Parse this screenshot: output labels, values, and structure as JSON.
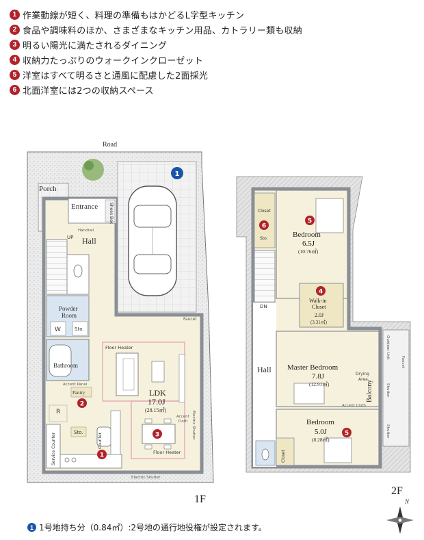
{
  "features": [
    {
      "num": "1",
      "text": "作業動線が短く、料理の準備もはかどるL字型キッチン"
    },
    {
      "num": "2",
      "text": "食品や調味料のほか、さまざまなキッチン用品、カトラリー類も収納"
    },
    {
      "num": "3",
      "text": "明るい陽光に満たされるダイニング"
    },
    {
      "num": "4",
      "text": "収納力たっぷりのウォークインクローゼット"
    },
    {
      "num": "5",
      "text": "洋室はすべて明るさと通風に配慮した2面採光"
    },
    {
      "num": "6",
      "text": "北面洋室には2つの収納スペース"
    }
  ],
  "floor1": {
    "label": "1F",
    "road": "Road",
    "porch": "Porch",
    "entrance": "Entrance",
    "shoes_box": "Shoes Box",
    "handrail": "Handrail",
    "up": "UP",
    "hall": "Hall",
    "powder_room": "Powder\nRoom",
    "w": "W",
    "sto": "Sto.",
    "bathroom": "Bathroom",
    "accent_panel": "Accent Panel",
    "pantry": "Pantry",
    "r": "R",
    "sto2": "Sto.",
    "service_counter": "Service Counter",
    "counter": "Counter",
    "floor_heater_top": "Floor Heater",
    "floor_heater_bottom": "Floor Heater",
    "ldk_name": "LDK",
    "ldk_size": "17.0J",
    "ldk_area": "(28.15㎡)",
    "accent_cloth": "Accent\nCloth",
    "electric_shutter_side": "Electric Shutter",
    "electric_shutter_bottom": "Electric Shutter",
    "faucet": "Faucet",
    "pin_1": "1",
    "pin_2": "2",
    "pin_3": "3",
    "lot_marker": "1"
  },
  "floor2": {
    "label": "2F",
    "north": "N",
    "closet": "Closet",
    "sto": "Sto.",
    "bedroom_n_name": "Bedroom",
    "bedroom_n_size": "6.5J",
    "bedroom_n_area": "(10.76㎡)",
    "walkin_name": "Walk-in\nCloset",
    "walkin_size": "2.0J",
    "walkin_area": "(3.31㎡)",
    "dn": "DN",
    "hall": "Hall",
    "master_name": "Master Bedroom",
    "master_size": "7.8J",
    "master_area": "(12.91㎡)",
    "drying_area": "Drying\nArea",
    "accent_cloth": "Accent Cloth",
    "outdoor_unit": "Outdoor Unit",
    "faucet": "Faucet",
    "balcony": "Balcony",
    "shutter_1": "Shutter",
    "shutter_2": "Shutter",
    "bedroom_s_name": "Bedroom",
    "bedroom_s_size": "5.0J",
    "bedroom_s_area": "(8.28㎡)",
    "closet2": "Closet",
    "pin_4": "4",
    "pin_5a": "5",
    "pin_5b": "5",
    "pin_6": "6"
  },
  "note": {
    "num": "1",
    "text": "1号地持ち分（0.84㎡）:2号地の通行地役権が設定されます。"
  },
  "colors": {
    "accent_red": "#b1232b",
    "accent_blue": "#1b56a6",
    "floor_fill": "#f6f1dc",
    "wall": "#8a8f96"
  }
}
